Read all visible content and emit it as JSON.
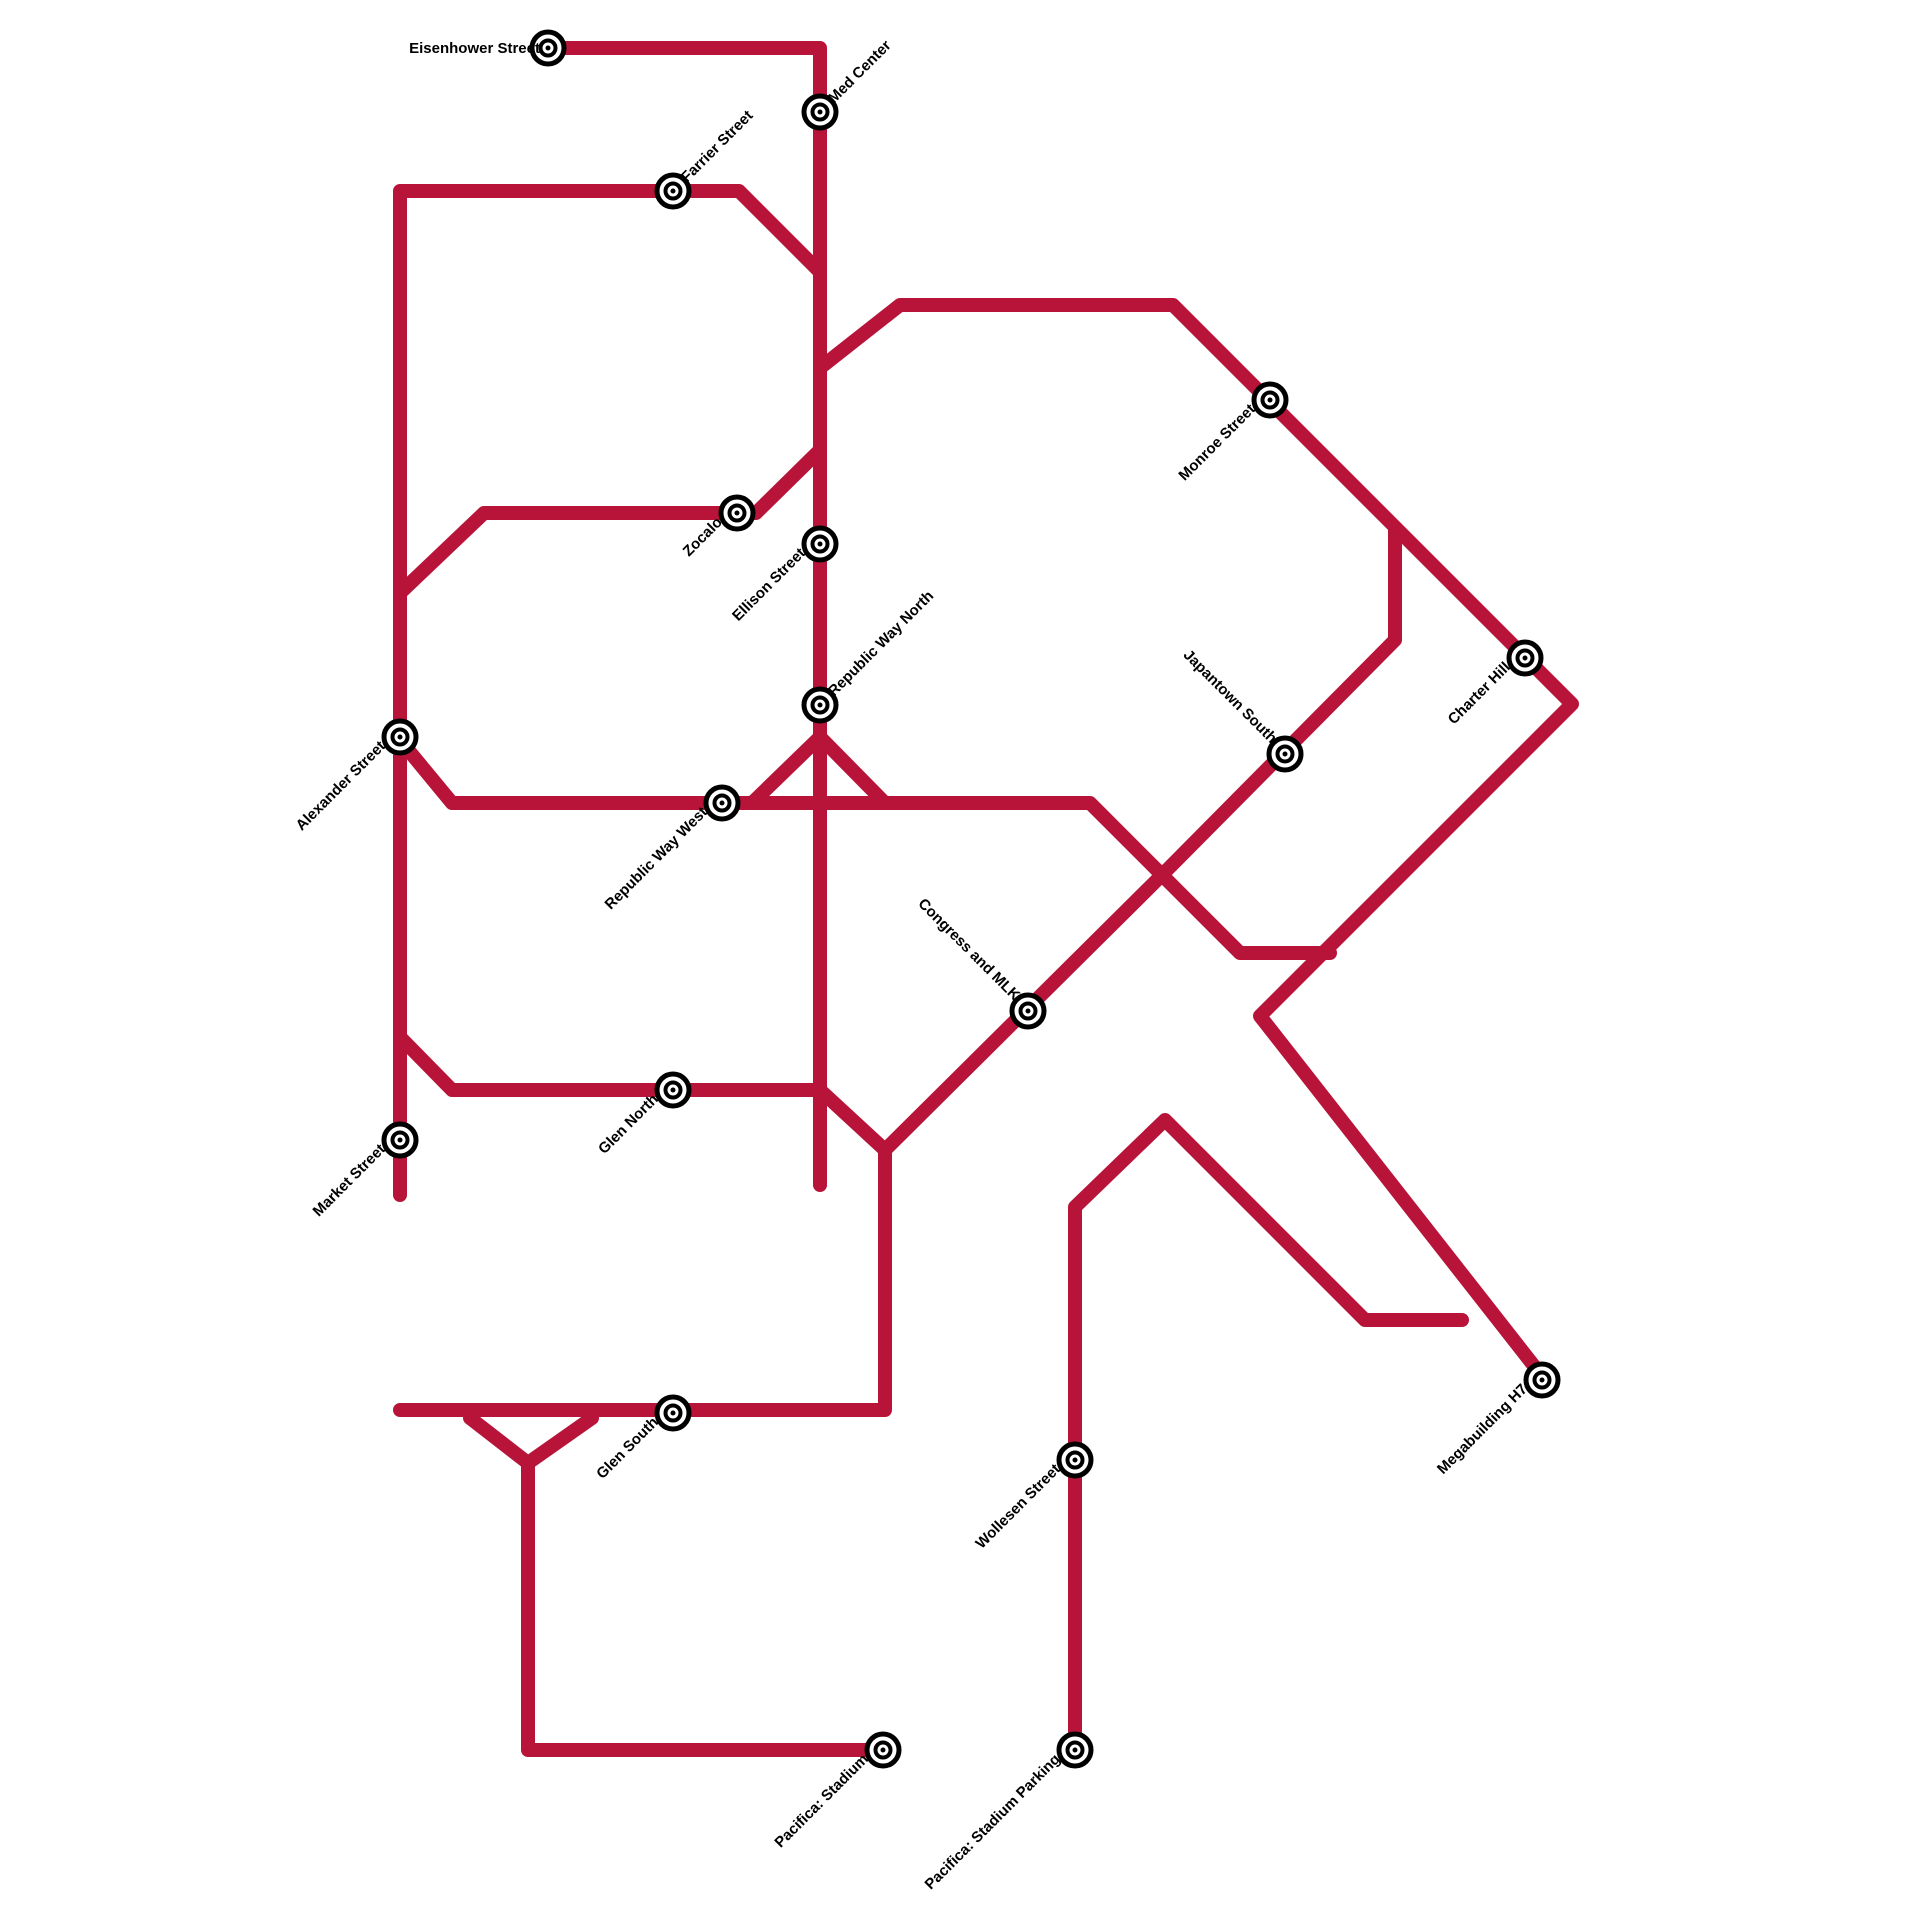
{
  "line_color": "#b8143a",
  "station_ring_color": "#000000",
  "stations": [
    {
      "id": "eisenhower-street",
      "name": "Eisenhower Street"
    },
    {
      "id": "med-center",
      "name": "Med Center"
    },
    {
      "id": "farrier-street",
      "name": "Farrier Street"
    },
    {
      "id": "monroe-street",
      "name": "Monroe Street"
    },
    {
      "id": "zocalo",
      "name": "Zocalo"
    },
    {
      "id": "ellison-street",
      "name": "Ellison Street"
    },
    {
      "id": "republic-way-north",
      "name": "Republic Way North"
    },
    {
      "id": "charter-hill",
      "name": "Charter Hill"
    },
    {
      "id": "japantown-south",
      "name": "Japantown South"
    },
    {
      "id": "alexander-street",
      "name": "Alexander Street"
    },
    {
      "id": "republic-way-west",
      "name": "Republic Way West"
    },
    {
      "id": "congress-and-mlk",
      "name": "Congress and MLK"
    },
    {
      "id": "glen-north",
      "name": "Glen North"
    },
    {
      "id": "market-street",
      "name": "Market Street"
    },
    {
      "id": "glen-south",
      "name": "Glen South"
    },
    {
      "id": "wollesen-street",
      "name": "Wollesen Street"
    },
    {
      "id": "megabuilding-h7",
      "name": "Megabuilding H7"
    },
    {
      "id": "pacifica-stadium",
      "name": "Pacifica: Stadium"
    },
    {
      "id": "pacifica-stadium-parking",
      "name": "Pacifica: Stadium Parking"
    }
  ]
}
